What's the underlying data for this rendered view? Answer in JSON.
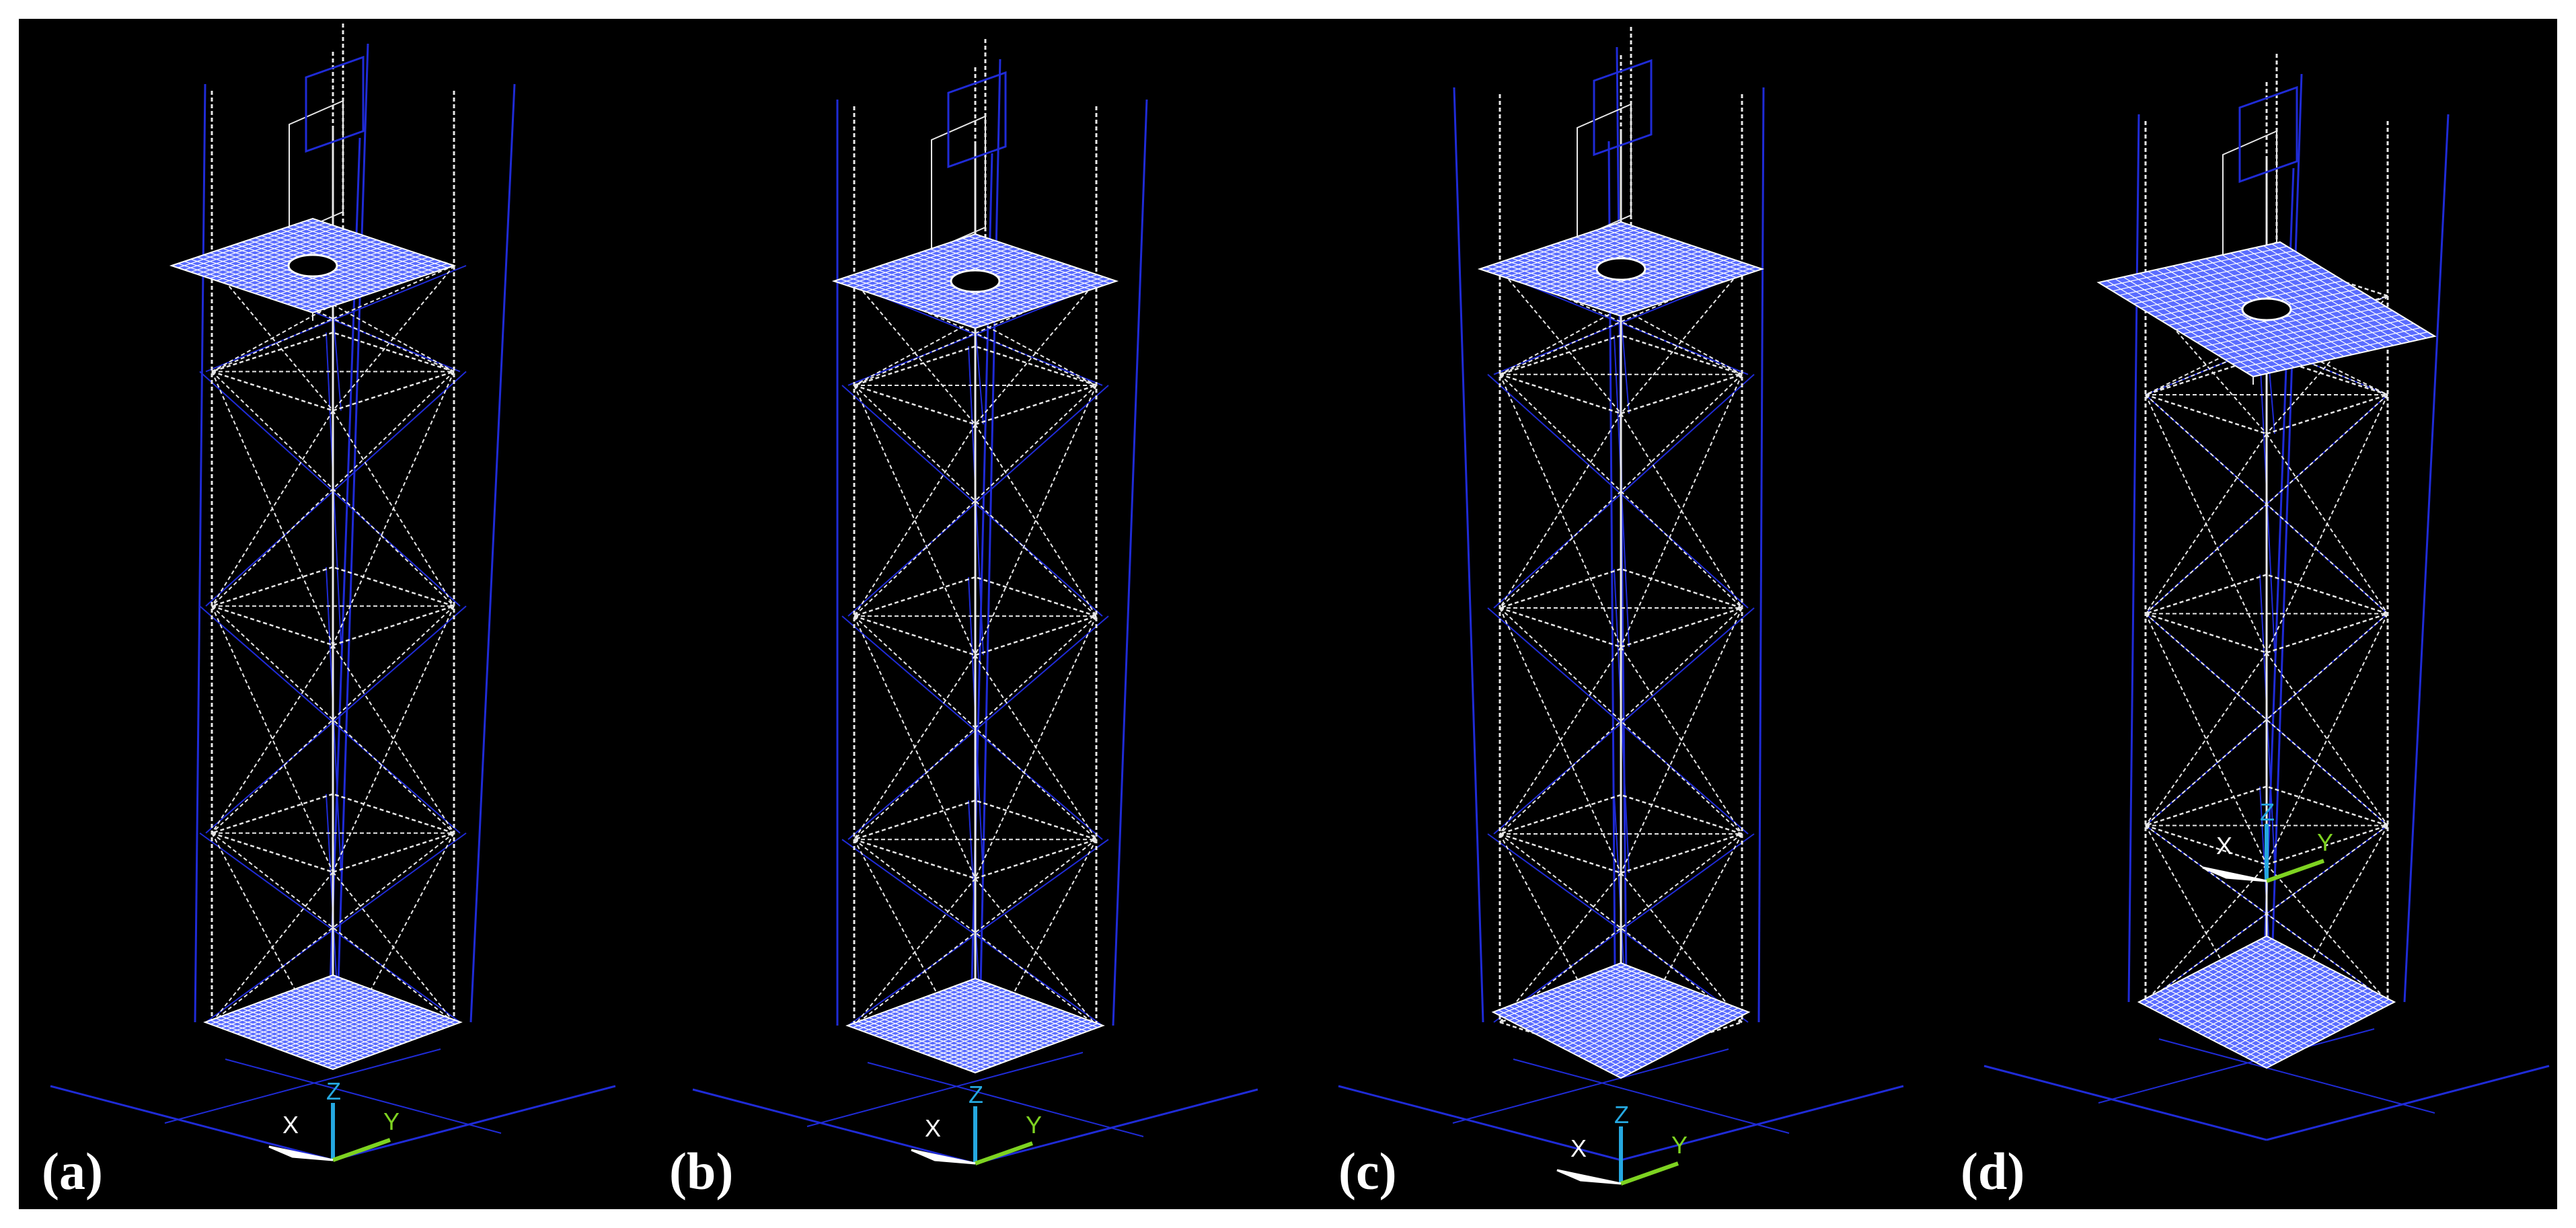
{
  "figure": {
    "background_color": "#000000",
    "border_color": "#ffffff",
    "colors": {
      "undeformed": "#e8e8e8",
      "deformed": "#1f2bd6",
      "mesh_fill": "#5a6cff",
      "mesh_line": "#ffffff",
      "axis_x": "#ffffff",
      "axis_y": "#7ed321",
      "axis_z": "#25a8e0"
    },
    "panels": [
      {
        "label": "(a)",
        "axes": {
          "x": "X",
          "y": "Y",
          "z": "Z"
        }
      },
      {
        "label": "(b)",
        "axes": {
          "x": "X",
          "y": "Y",
          "z": "Z"
        }
      },
      {
        "label": "(c)",
        "axes": {
          "x": "X",
          "y": "Y",
          "z": "Z"
        }
      },
      {
        "label": "(d)",
        "axes": {
          "x": "X",
          "y": "Y",
          "z": "Z"
        }
      }
    ]
  }
}
